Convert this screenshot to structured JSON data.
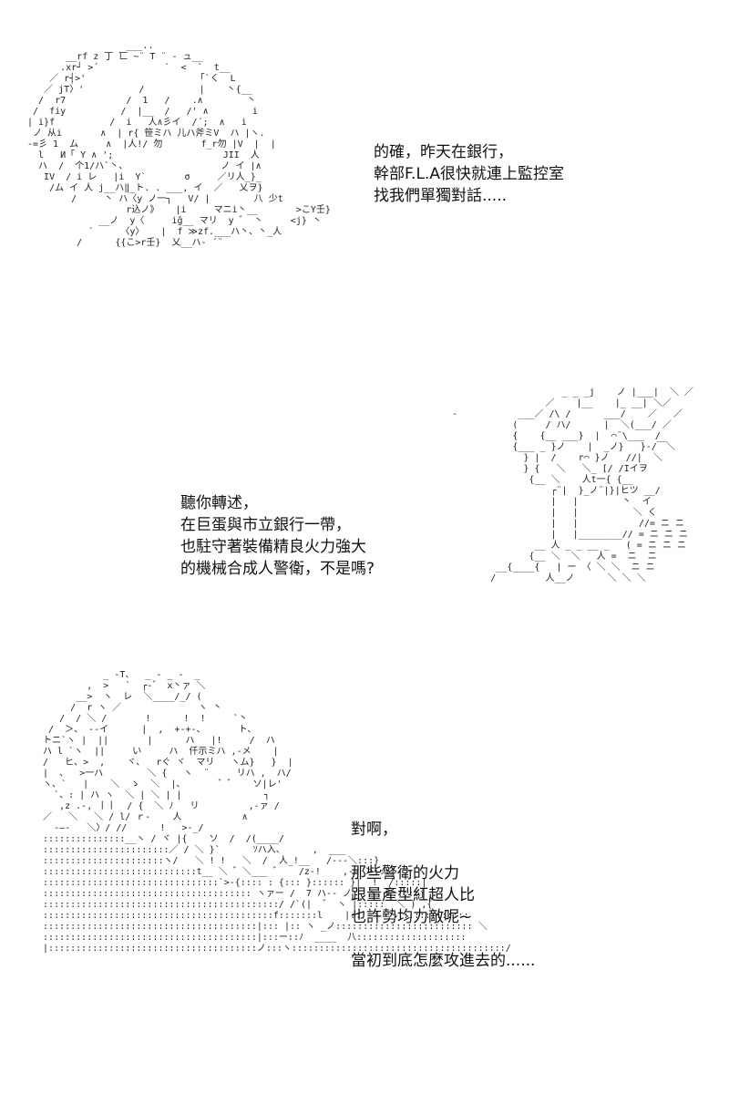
{
  "panels": [
    {
      "art_text": "                  ___..\n       __rf z 丁 匸 ~¨ T ¨ ‐ ュ__\n      .xr┘ >´            `  <  `  t__\n    ／ r┤>'                    「`く  L\n   ／ jT〉'          /          |    丶{__\n  /  r7           /  1   /    .∧        丶\n /  fiy          /  |__  /   /' ∧        i\n| i}f          /  i   人∧彡イ  /´;  ∧   i\n ノ 从i       ∧  | r{ 笹ミハ 儿ハ斧ミV  ハ |ヽ.\n-=彡 1  ム     ∧  |人!/ 勿       f_r勿 |V  |  |\n  l   И「 Y ∧ ';                    JII  人\n  ハ  /  个1/ハ`丶、                 ノ イ |∧\n   IV  / i レ   |i  Y`       σ     ／リ人_}_\n    /ム イ 人 j__ハ‖_ト. . ___, イ  ／   乂ヲ}\n        /     丶 ハ〈y ノ一┐   V/ |        八 少t\n                  r込ノ》   |i     マニi丶__       >こY壬}\n             __ノ  y〈     iĝ__ マリ  y ゛ 丶     <j} 丶\n           ´     〈y〉   |  f ≫zf.___ハ丶、丶_人\n         /      {{こ>r壬}  乂__ハ‐ ´¨",
      "lines": [
        "的確，昨天在銀行，",
        "幹部F.L.A很快就連上監控室",
        "找我們單獨對話....."
      ]
    },
    {
      "art_text": "                          _ _ _j    ノ |___|  ＼ ／\n                       ／    |__    |_ __| ＼／\n      -           ___／ /\\ /      ___/    ／   ／\n                 (     / ハ/      |  ＼(___/ ／\n                 {    {__ ___}  |  ⌒¨\\___  /\n                 {___ _ }ノ    |  _ノ}   }-/￣＼\n                   } |  /    r⌒ }ノ   //|  ＼\n                   } {   ＼   ＼_ [/ /Iイヲ\n                    {__ ＼    人t一{ {__\n                        ┌¨|  }_ノ¨|}|ヒツ __/\n                        |   |        丶  イ\n                        |   |          ＼ く\n                        |   |           //= ニ ニ\n                        |   |________// = ニ ニ ニ\n                     __ 人 _ _ __ _   ( = ニ ニ ニ\n                    {__ ＼  ＼   人 =  ニ  ニ\n              __{____{   | ー 〈 ＼ ＼  ニ ニ\n             /         人__ノ      ＼ ＼ ＼",
      "lines": [
        "聽你轉述，",
        "在巨蛋與市立銀行一帶，",
        "也駐守著裝備精良火力強大",
        "的機械合成人警衛，不是嗎?"
      ]
    },
    {
      "art_text": "             _ -T、  _ - _ -  _\n          ,  >   `  ┌-゛ x丶ァ ＼\n        __>  ヽ  レ  ＼____/_/ (\n       /  r ヽ ／              ヽ 丶\n     /  / ＼ /       !      !  !     `丶\n   /  ＞、 --イ      |  ,  +-+-、      ト、\n  トニ`ヽ |  ||       |      ハ   |!     /  ハ\n  ハ l `ヽ  ||     い     ハ  仟示ミハ ,-メ    |\n  /   ヒ、>  ,    ヾ、  rぐ ヾ  マリ   ヽム}   }  |\n  |  、  >一ハ        ＼ {   ヽ  ¨     リハ ,  ハ/\n  ヽ、`   |    ＼  ゝ  ＼  |、      ゛゛   ソ|レ'\n    `、: | ハ ヽ  ＼ | ＼ | |               ┐\n     ,z .-, 丨丨  / {  ＼ ﾉ   リ         ,-ァ /\n  ／   ＼   ＼ / l/ ｒ‐    人           ∧\n    -―‐   ＼〉/ //      !   >-_/\n  :::::::::::::::__ヽ / ヾ |{    ソ  /  /(____/\n  :::::::::::::::::::::::／ / ＼ }`      ｿハ入、     ,  ___\n  ::::::::::::::::::::::ヽ/   ＼ ! !   ＼  /  人_!__   /‐‐‐＼:::}\n  ::::::::::::::::::::::::::::t__ ＼ ゛＼___ ゛   /z-!    ,-‐ ＞:::|\n  ::::::::::::::::::::::::::::::::`>-{:::: : {::: }:::::: }|  !  /:::::|\n  :::::::::::::::::::::::::::::::::::::: ヽァー /  7 ハ-- ノ__ ヽ ゝ:::::j\n  :::::::::::::::::::::::::::::::::::::::::::/ /`(|  ゛ ヽ |:::::  ＼ ) ,{\n  ::::::::::::::::::::::::::::::::::::::::::f:::::::l    |:: `ヽ-`::::::::::::::\n  :::::::::::::::::::::::::::::::::::::::|::: |:: ヽ _ノ::::::::::::::::::::::::: ＼\n  :::::::::::::::::::::::::::::::::::::::|:::ー::ﾉ  ____  八::::::::::::::::::::\n  |::::::::::::::::::::::::::::::::::::::ノ:::ヽ:::::::::::::::::::::::::::::::::::::::/",
      "lines": [
        "對啊，",
        "",
        "那些警衛的火力",
        "跟量產型紅超人比",
        "也許勢均力敵呢~",
        "",
        "當初到底怎麼攻進去的......"
      ]
    }
  ]
}
